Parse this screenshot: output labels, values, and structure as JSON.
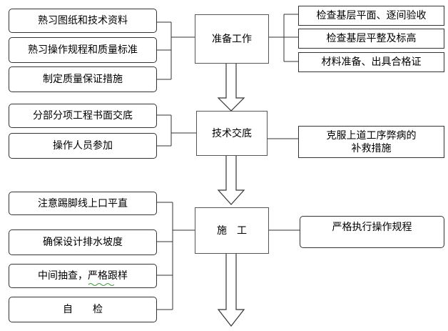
{
  "steps": [
    {
      "label": "准备工作",
      "left": [
        "熟习图纸和技术资料",
        "熟习操作规程和质量标准",
        "制定质量保证措施"
      ],
      "right": [
        "检查基层平面、逐间验收",
        "检查基层平整及标高",
        "材料准备、出具合格证"
      ]
    },
    {
      "label": "技术交底",
      "left": [
        "分部分项工程书面交底",
        "操作人员参加"
      ],
      "right": [
        "克服上道工序弊病的\n补救措施"
      ]
    },
    {
      "label": "施　工",
      "left": [
        "注意踢脚线上口平直",
        "确保设计排水坡度",
        "中间抽查，严格跟样",
        "自　　检"
      ],
      "right": [
        "严格执行操作规程"
      ]
    }
  ],
  "colors": {
    "line": "#333333",
    "arrow_fill": "#ffffff",
    "squiggle": "#3a9a3a"
  }
}
